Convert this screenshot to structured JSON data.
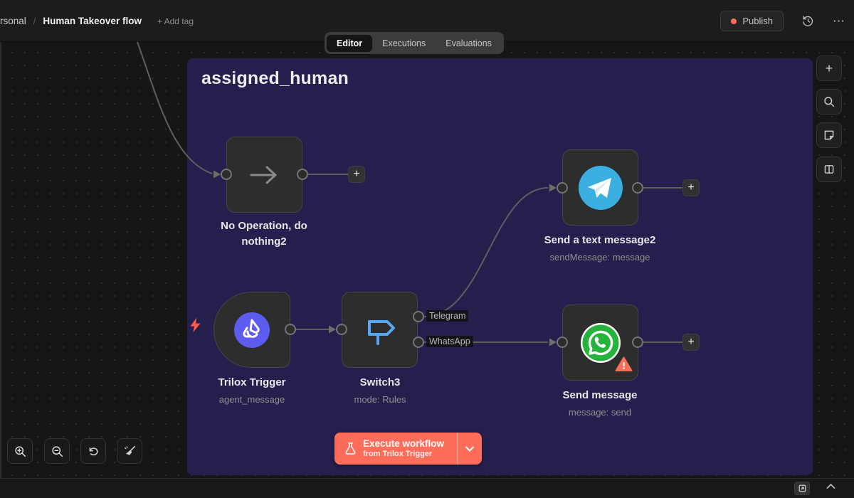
{
  "topbar": {
    "breadcrumb_fragment": "rsonal",
    "separator": "/",
    "workflow_title": "Human Takeover flow",
    "add_tag_label": "+ Add tag",
    "publish_label": "Publish"
  },
  "tabs": {
    "active": "Editor",
    "editor": "Editor",
    "executions": "Executions",
    "evaluations": "Evaluations"
  },
  "sticky": {
    "title": "assigned_human"
  },
  "nodes": {
    "noop": {
      "label": "No Operation, do nothing2"
    },
    "telegram": {
      "label": "Send a text message2",
      "subtitle": "sendMessage: message"
    },
    "trigger": {
      "label": "Trilox Trigger",
      "subtitle": "agent_message"
    },
    "switch": {
      "label": "Switch3",
      "subtitle": "mode: Rules",
      "outputs": [
        "Telegram",
        "WhatsApp"
      ]
    },
    "whatsapp": {
      "label": "Send message",
      "subtitle": "message: send"
    }
  },
  "execute": {
    "label": "Execute workflow",
    "sublabel": "from Trilox Trigger"
  },
  "glyphs": {
    "plus": "+",
    "ellipsis": "⋯"
  },
  "colors": {
    "accent": "#ff6d5a",
    "sticky_bg": "#251f4e",
    "canvas_bg": "#161616",
    "telegram_blue": "#3baee2",
    "whatsapp_green": "#25b33c",
    "trilox_purple": "#5c5cf0",
    "switch_blue": "#56a8f5",
    "edge_gray": "#5e5e5e"
  }
}
